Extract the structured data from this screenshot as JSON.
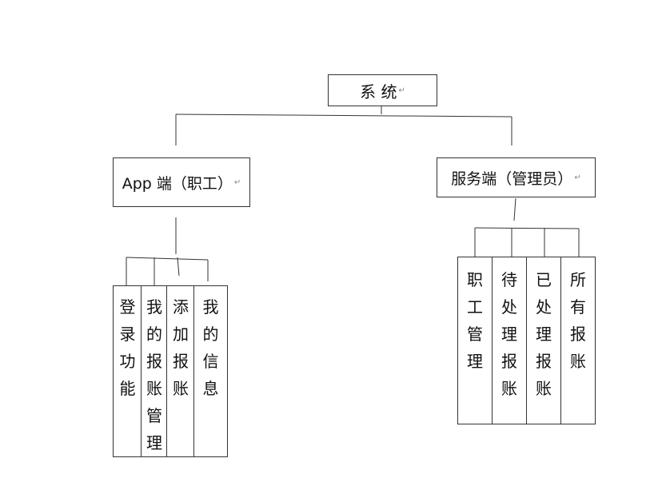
{
  "root": {
    "label": "系 统"
  },
  "left_branch": {
    "label": "App 端（职工）"
  },
  "right_branch": {
    "label": "服务端（管理员）"
  },
  "left_children": [
    {
      "label": "登录功能"
    },
    {
      "label": "我的报账管理"
    },
    {
      "label": "添加报账"
    },
    {
      "label": "我的信息"
    }
  ],
  "right_children": [
    {
      "label": "职工管理"
    },
    {
      "label": "待处理报账"
    },
    {
      "label": "已处理报账"
    },
    {
      "label": "所有报账"
    }
  ],
  "colors": {
    "line": "#333333",
    "box_border": "#333333"
  }
}
